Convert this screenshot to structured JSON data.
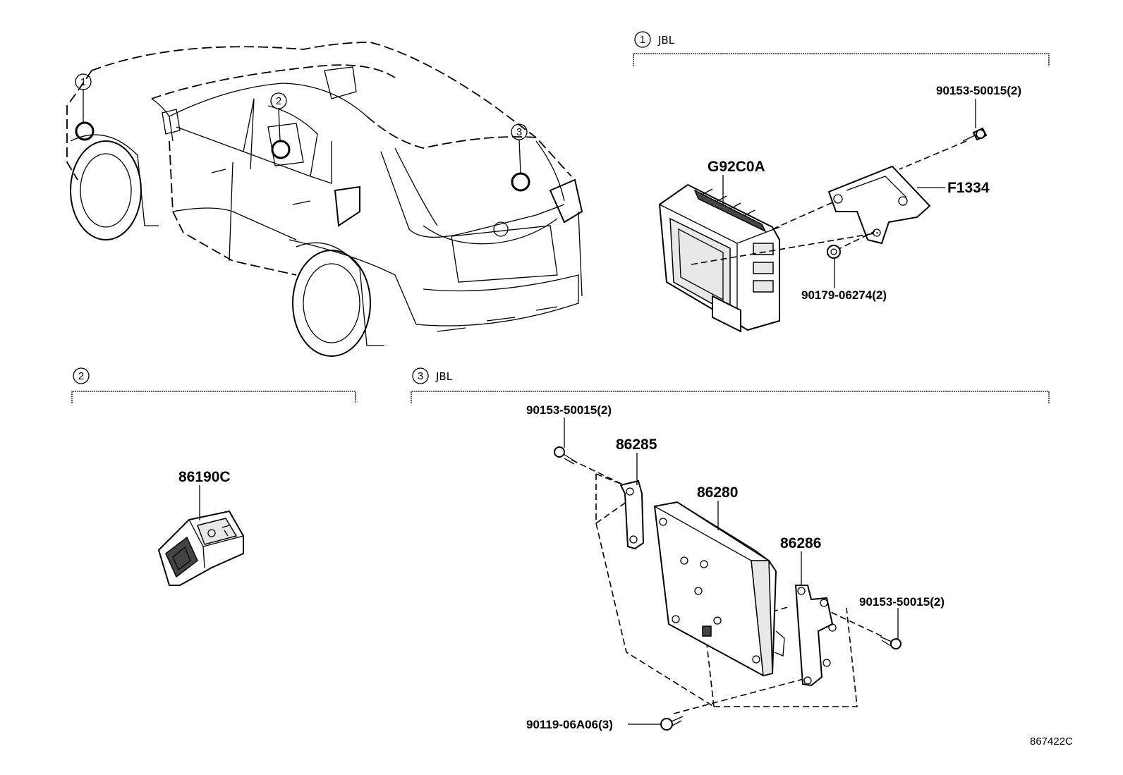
{
  "sections": {
    "s1": {
      "number": "1",
      "label": "JBL"
    },
    "s2": {
      "number": "2",
      "label": ""
    },
    "s3": {
      "number": "3",
      "label": "JBL"
    }
  },
  "vehicle_markers": [
    "1",
    "2",
    "3"
  ],
  "parts": {
    "amp_module": "G92C0A",
    "amp_bracket": "F1334",
    "bolt_s1": "90153-50015(2)",
    "nut_s1": "90179-06274(2)",
    "usb_socket": "86190C",
    "amp_jbl": "86280",
    "bracket_left": "86285",
    "bracket_right": "86286",
    "bolt_s3_left": "90153-50015(2)",
    "bolt_s3_right": "90153-50015(2)",
    "screw_s3": "90119-06A06(3)"
  },
  "diagram_id": "867422C"
}
